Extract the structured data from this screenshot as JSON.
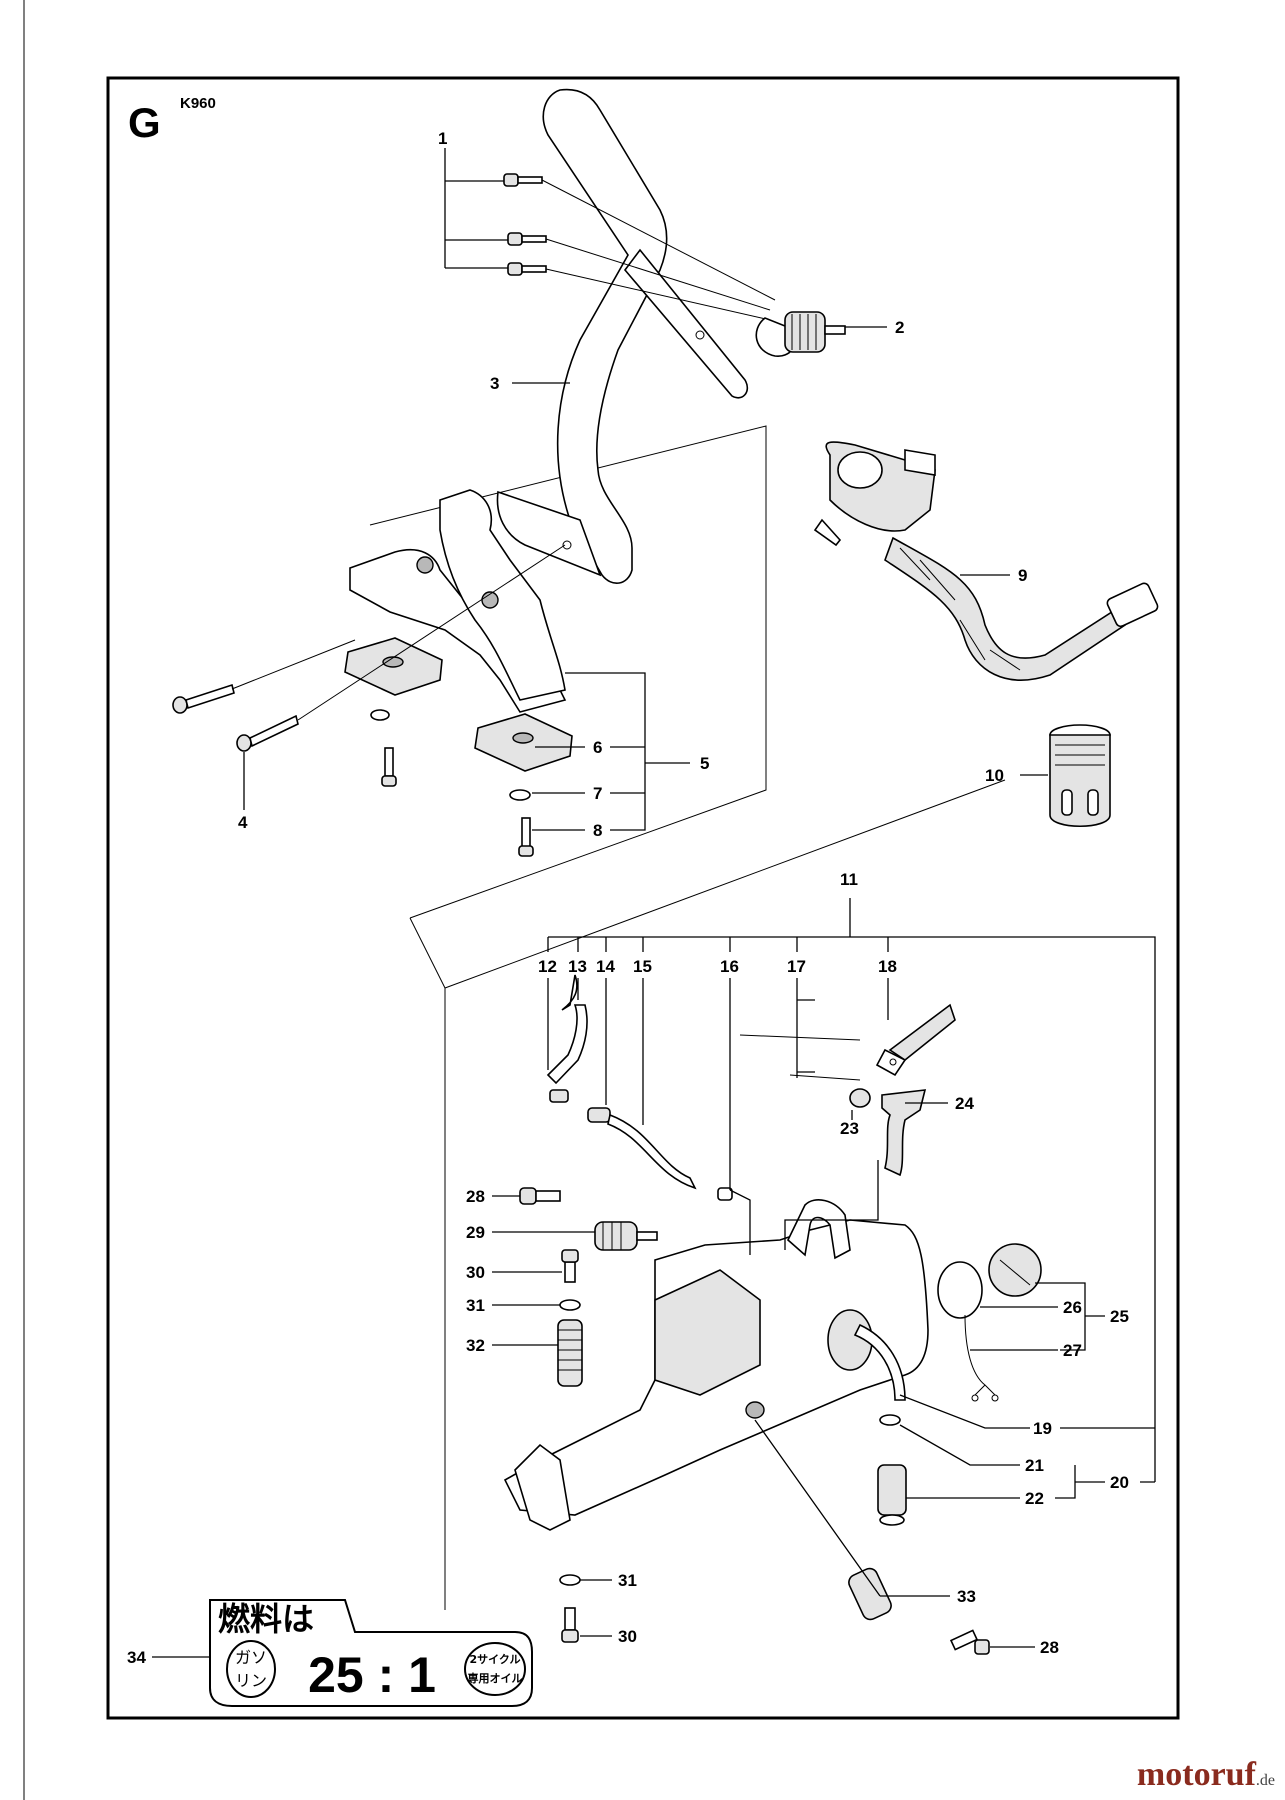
{
  "header": {
    "section_letter": "G",
    "model": "K960"
  },
  "callouts": [
    "1",
    "2",
    "3",
    "4",
    "5",
    "6",
    "7",
    "8",
    "9",
    "10",
    "11",
    "12",
    "13",
    "14",
    "15",
    "16",
    "17",
    "18",
    "19",
    "20",
    "21",
    "22",
    "23",
    "24",
    "25",
    "26",
    "27",
    "28",
    "29",
    "30",
    "31",
    "32",
    "33",
    "34"
  ],
  "repeated_callouts": {
    "28b": "28",
    "30b": "30",
    "31b": "31"
  },
  "fuel_sticker": {
    "heading": "燃料は",
    "left_badge": [
      "ガソ",
      "リン"
    ],
    "ratio": "25 : 1",
    "right_badge": [
      "2サイクル",
      "専用オイル"
    ]
  },
  "watermark": {
    "brand": "motoruf",
    "tld": ".de"
  }
}
